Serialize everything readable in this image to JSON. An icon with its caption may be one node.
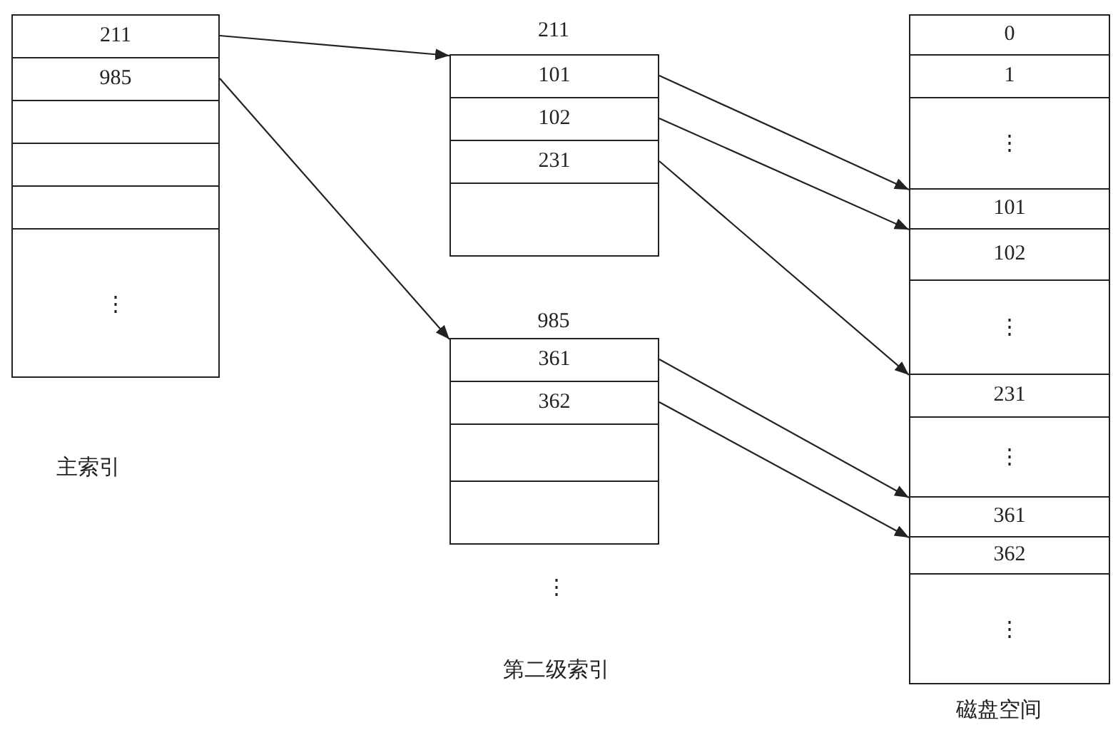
{
  "diagram": {
    "nodes": [
      {
        "text": [],
        "shape": "box",
        "beside": [
          "主索引"
        ]
      },
      {
        "text": [
          "211"
        ],
        "in": 0
      },
      {
        "text": [
          "985"
        ],
        "in": 0
      },
      {
        "text": [],
        "shape": "box",
        "in": 0
      },
      {
        "text": [],
        "shape": "box",
        "in": 0
      },
      {
        "text": [],
        "shape": "box",
        "in": 0
      },
      {
        "text": [
          "⋮"
        ],
        "in": 0
      },
      {
        "text": [
          "211"
        ]
      },
      {
        "text": [
          "101"
        ],
        "in": 7
      },
      {
        "text": [
          "102"
        ],
        "in": 7
      },
      {
        "text": [
          "231"
        ],
        "in": 7
      },
      {
        "text": [],
        "shape": "box",
        "in": 7
      },
      {
        "text": [
          "985"
        ]
      },
      {
        "text": [
          "361"
        ],
        "in": 12
      },
      {
        "text": [
          "362"
        ],
        "in": 12
      },
      {
        "text": [],
        "shape": "box",
        "in": 12
      },
      {
        "text": [],
        "shape": "box",
        "in": 12
      },
      {
        "text": [],
        "shape": "box",
        "beside": [
          "磁盘空间"
        ]
      },
      {
        "text": [
          "0"
        ],
        "in": 17
      },
      {
        "text": [
          "1"
        ],
        "in": 17
      },
      {
        "text": [
          "⋮"
        ],
        "in": 17
      },
      {
        "text": [
          "101"
        ],
        "in": 17
      },
      {
        "text": [
          "102"
        ],
        "in": 17
      },
      {
        "text": [
          "⋮"
        ],
        "in": 17
      },
      {
        "text": [
          "231"
        ],
        "in": 17
      },
      {
        "text": [
          "⋮"
        ],
        "in": 17
      },
      {
        "text": [
          "361"
        ],
        "in": 17
      },
      {
        "text": [
          "362"
        ],
        "in": 17
      },
      {
        "text": [
          "⋮"
        ],
        "in": 17
      }
    ],
    "edges": [
      {
        "from": 1,
        "to": 7,
        "arrow": "to"
      },
      {
        "from": 2,
        "to": 12,
        "arrow": "to"
      },
      {
        "from": 8,
        "to": 21,
        "arrow": "to"
      },
      {
        "from": 9,
        "to": 22,
        "arrow": "to"
      },
      {
        "from": 10,
        "to": 24,
        "arrow": "to"
      },
      {
        "from": 13,
        "to": 26,
        "arrow": "to"
      },
      {
        "from": 14,
        "to": 27,
        "arrow": "to"
      }
    ],
    "labels": [
      "⋮",
      "第二级索引"
    ]
  }
}
